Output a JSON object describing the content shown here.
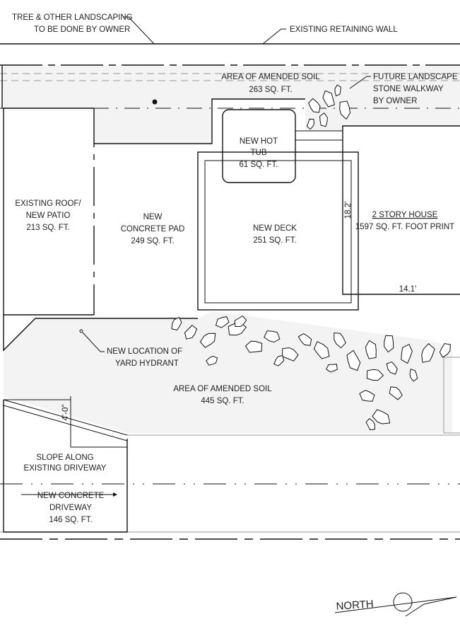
{
  "labels": {
    "tree_note_1": "TREE & OTHER LANDSCAPING",
    "tree_note_2": "TO BE DONE BY OWNER",
    "retaining_wall": "EXISTING RETAINING WALL",
    "soil_top_1": "AREA OF AMENDED SOIL",
    "soil_top_2": "263 SQ. FT.",
    "walkway_1": "FUTURE LANDSCAPE",
    "walkway_2": "STONE WALKWAY",
    "walkway_3": "BY OWNER",
    "hot_tub_1": "NEW HOT",
    "hot_tub_2": "TUB",
    "hot_tub_3": "61 SQ. FT.",
    "roof_1": "EXISTING ROOF/",
    "roof_2": "NEW PATIO",
    "roof_3": "213 SQ. FT.",
    "pad_1": "NEW",
    "pad_2": "CONCRETE PAD",
    "pad_3": "249 SQ. FT.",
    "deck_1": "NEW DECK",
    "deck_2": "251 SQ. FT.",
    "house_1": "2 STORY HOUSE",
    "house_2": "1597 SQ. FT. FOOT PRINT",
    "dim_house_height": "18.2'",
    "dim_house_width": "14.1'",
    "hydrant_1": "NEW LOCATION OF",
    "hydrant_2": "YARD HYDRANT",
    "soil_bottom_1": "AREA OF AMENDED SOIL",
    "soil_bottom_2": "445 SQ. FT.",
    "dim_slope": "4'-0\"",
    "slope_1": "SLOPE ALONG",
    "slope_2": "EXISTING DRIVEWAY",
    "driveway_1": "NEW CONCRETE",
    "driveway_2": "DRIVEWAY",
    "driveway_3": "146 SQ. FT.",
    "north": "NORTH"
  }
}
